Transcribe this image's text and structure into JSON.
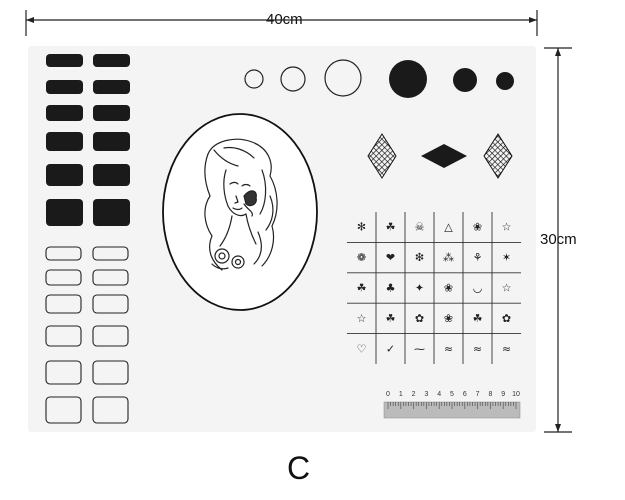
{
  "dimensions": {
    "width_label": "40cm",
    "height_label": "30cm"
  },
  "variant_label": "C",
  "colors": {
    "mat": "#f4f4f4",
    "filled": "#1a1a1a",
    "outline": "#222222"
  },
  "portrait_icon": "woman-with-butterfly-illustration",
  "nail_art_grid": [
    [
      "✻",
      "☘",
      "☠",
      "△",
      "❀",
      "☆"
    ],
    [
      "❁",
      "❤",
      "❇",
      "⁂",
      "⚘",
      "✶"
    ],
    [
      "☘",
      "♣",
      "✦",
      "❀",
      "◡",
      "☆"
    ],
    [
      "☆",
      "☘",
      "✿",
      "❀",
      "☘",
      "✿"
    ],
    [
      "♡",
      "✓",
      "⁓",
      "≈",
      "≈",
      "≈"
    ]
  ],
  "ruler_labels": [
    "0",
    "1",
    "2",
    "3",
    "4",
    "5",
    "6",
    "7",
    "8",
    "9",
    "10"
  ]
}
